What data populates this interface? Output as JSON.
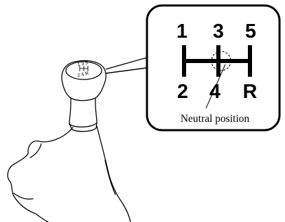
{
  "callout": {
    "gears_top": [
      "1",
      "3",
      "5"
    ],
    "gears_bottom": [
      "2",
      "4",
      "R"
    ],
    "caption": "Neutral position"
  },
  "knob": {
    "gears_top": "1 3 5",
    "gears_bottom": "2 4 R"
  }
}
